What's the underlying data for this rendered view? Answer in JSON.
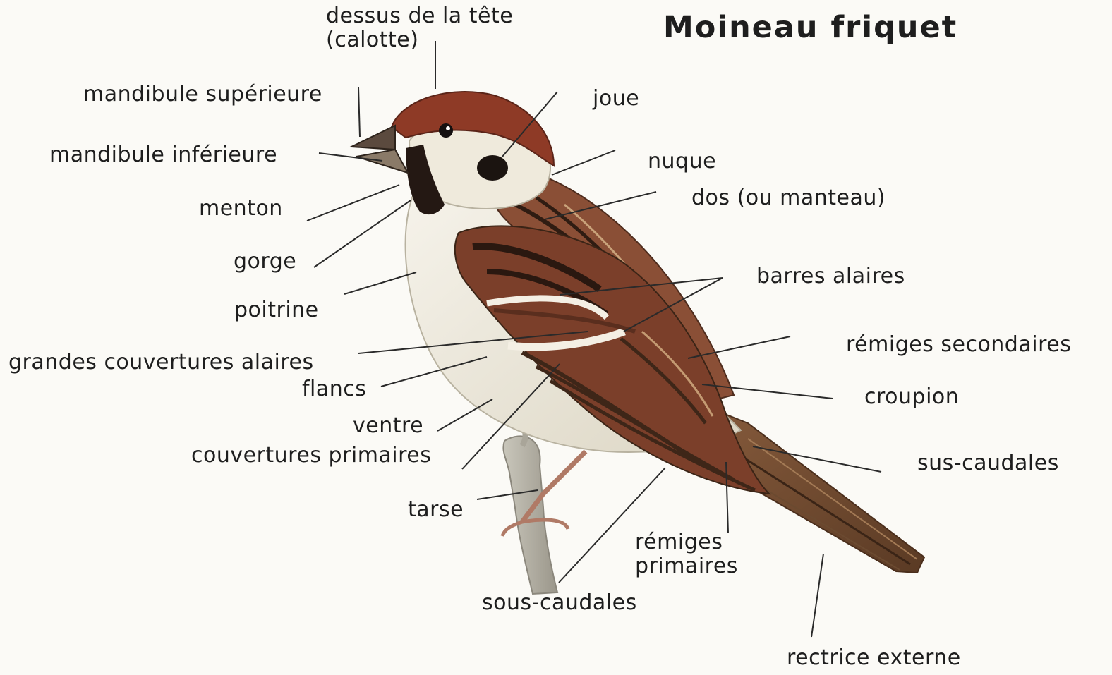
{
  "title": "Moineau  friquet",
  "labels": {
    "calotte_l1": "dessus de la tête",
    "calotte_l2": "(calotte)",
    "mandibule_sup": "mandibule supérieure",
    "mandibule_inf": "mandibule inférieure",
    "menton": "menton",
    "gorge": "gorge",
    "poitrine": "poitrine",
    "grandes_couvertures": "grandes couvertures alaires",
    "flancs": "flancs",
    "ventre": "ventre",
    "couvertures_primaires": "couvertures primaires",
    "tarse": "tarse",
    "sous_caudales": "sous-caudales",
    "remiges_primaires_l1": "rémiges",
    "remiges_primaires_l2": "primaires",
    "rectrice": "rectrice externe",
    "joue": "joue",
    "nuque": "nuque",
    "dos": "dos (ou manteau)",
    "barres": "barres alaires",
    "remiges_secondaires": "rémiges secondaires",
    "croupion": "croupion",
    "sus_caudales": "sus-caudales"
  },
  "colors": {
    "cap": "#8e3a26",
    "back_brown": "#8a4f36",
    "wing_dark": "#3e2618",
    "belly": "#f2eee2",
    "cheek_spot": "#1b1410",
    "leader_line": "#2a2a2a"
  }
}
